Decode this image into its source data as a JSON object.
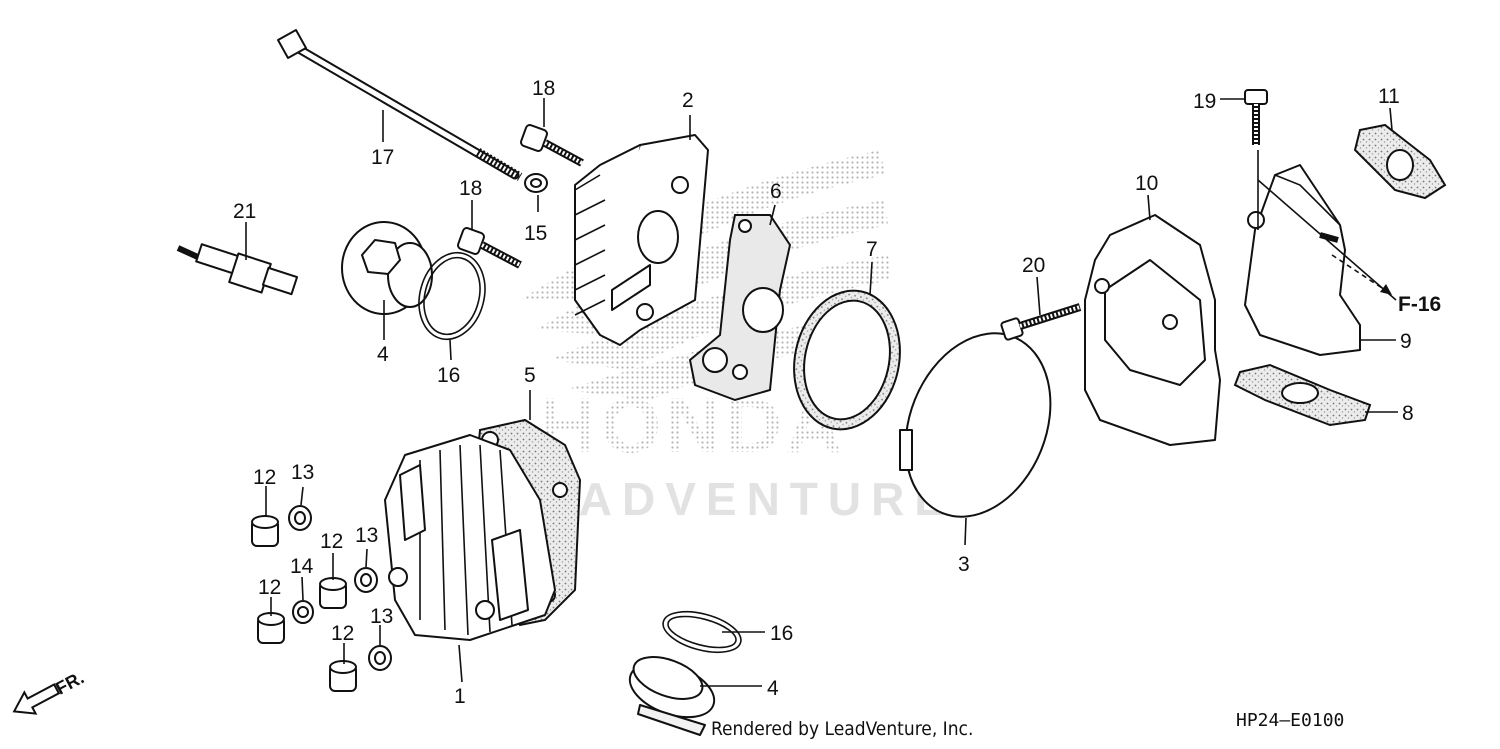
{
  "watermark": {
    "logo_text": "HONDA",
    "brand_text": "LEADVENTURE"
  },
  "callouts": [
    {
      "id": "c1",
      "label": "1"
    },
    {
      "id": "c2",
      "label": "2"
    },
    {
      "id": "c3",
      "label": "3"
    },
    {
      "id": "c4a",
      "label": "4"
    },
    {
      "id": "c4b",
      "label": "4"
    },
    {
      "id": "c5",
      "label": "5"
    },
    {
      "id": "c6",
      "label": "6"
    },
    {
      "id": "c7",
      "label": "7"
    },
    {
      "id": "c8",
      "label": "8"
    },
    {
      "id": "c9",
      "label": "9"
    },
    {
      "id": "c10",
      "label": "10"
    },
    {
      "id": "c11",
      "label": "11"
    },
    {
      "id": "c12a",
      "label": "12"
    },
    {
      "id": "c12b",
      "label": "12"
    },
    {
      "id": "c12c",
      "label": "12"
    },
    {
      "id": "c12d",
      "label": "12"
    },
    {
      "id": "c13a",
      "label": "13"
    },
    {
      "id": "c13b",
      "label": "13"
    },
    {
      "id": "c13c",
      "label": "13"
    },
    {
      "id": "c14",
      "label": "14"
    },
    {
      "id": "c15",
      "label": "15"
    },
    {
      "id": "c16a",
      "label": "16"
    },
    {
      "id": "c16b",
      "label": "16"
    },
    {
      "id": "c17",
      "label": "17"
    },
    {
      "id": "c18a",
      "label": "18"
    },
    {
      "id": "c18b",
      "label": "18"
    },
    {
      "id": "c19",
      "label": "19"
    },
    {
      "id": "c20",
      "label": "20"
    },
    {
      "id": "c21",
      "label": "21"
    }
  ],
  "reference": {
    "label": "F-16"
  },
  "direction": {
    "label": "FR."
  },
  "footer": {
    "credit": "Rendered by LeadVenture, Inc.",
    "code": "HP24—E0100"
  }
}
